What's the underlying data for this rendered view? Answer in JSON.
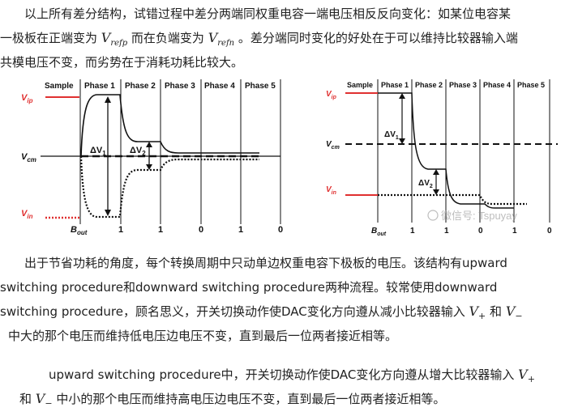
{
  "para1": {
    "line1_a": "以上所有差分结构，试错过程中差分两端同权重电容一端电压相反反向变化：如某位电容某",
    "line2_a": "一极板在正端变为 ",
    "v_refp": "V",
    "v_refp_sub": "refp",
    "line2_b": " 而在负端变为 ",
    "v_refn": "V",
    "v_refn_sub": "refn",
    "line2_c": " 。差分端同时变化的好处在于可以维持比较器输入端",
    "line3": "共模电压不变，而劣势在于消耗功耗比较大。"
  },
  "fig_left": {
    "phases": [
      "Sample",
      "Phase 1",
      "Phase 2",
      "Phase 3",
      "Phase 4",
      "Phase 5"
    ],
    "v_ip": "V",
    "v_ip_sub": "ip",
    "v_cm": "V",
    "v_cm_sub": "cm",
    "v_in": "V",
    "v_in_sub": "in",
    "dv1": "ΔV",
    "dv1_sub": "1",
    "dv2": "ΔV",
    "dv2_sub": "2",
    "b_out": "B",
    "b_out_sub": "out",
    "bits": [
      "1",
      "1",
      "0",
      "1",
      "0"
    ]
  },
  "fig_right": {
    "phases": [
      "Sample",
      "Phase 1",
      "Phase 2",
      "Phase 3",
      "Phase 4",
      "Phase 5"
    ],
    "v_ip": "V",
    "v_ip_sub": "ip",
    "v_cm": "V",
    "v_cm_sub": "cm",
    "v_in": "V",
    "v_in_sub": "in",
    "dv1": "ΔV",
    "dv1_sub": "1",
    "dv2": "ΔV",
    "dv2_sub": "2",
    "b_out": "B",
    "b_out_sub": "out",
    "bits": [
      "1",
      "1",
      "0",
      "1",
      "0"
    ],
    "watermark": "微信号: Tspuyay"
  },
  "para2": {
    "line1": "出于节省功耗的角度，每个转换周期中只动单边权重电容下极板的电压。该结构有upward",
    "line2": "switching procedure和downward switching procedure两种流程。较常使用downward",
    "line3_a": "switching procedure，顾名思义，开关切换动作使DAC变化方向遵从减小比较器输入 ",
    "v_plus": "V",
    "plus_sub": "+",
    "line3_b": " 和 ",
    "v_minus": "V",
    "minus_sub": "−",
    "line4": "中大的那个电压而维持低电压边电压不变，直到最后一位两者接近相等。"
  },
  "para3": {
    "line1_a": "upward switching procedure中，开关切换动作使DAC变化方向遵从增大比较器输入 ",
    "v_plus": "V",
    "plus_sub": "+",
    "line2_a": "和 ",
    "v_minus": "V",
    "minus_sub": "−",
    "line2_b": " 中小的那个电压而维持高电压边电压不变，直到最后一位两者接近相等。"
  }
}
